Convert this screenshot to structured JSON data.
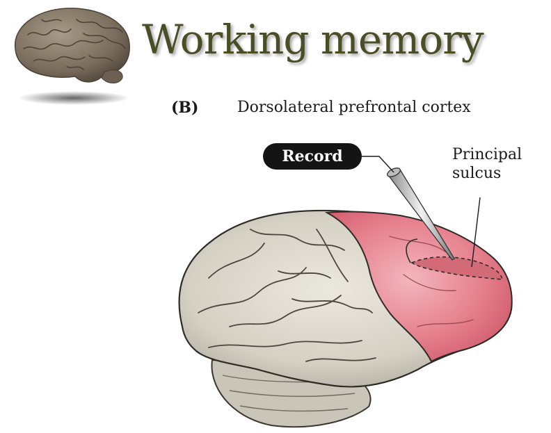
{
  "slide": {
    "title": "Working memory",
    "title_color": "#4a4e26"
  },
  "figure": {
    "panel_letter": "(B)",
    "panel_title": "Dorsolateral prefrontal cortex",
    "record_label": "Record",
    "sulcus_label_line1": "Principal",
    "sulcus_label_line2": "sulcus",
    "pfc_color": "#e8808c",
    "cortex_color": "#d8d4c8"
  },
  "icons": {
    "logo": "brain-icon",
    "electrode": "electrode-icon"
  }
}
